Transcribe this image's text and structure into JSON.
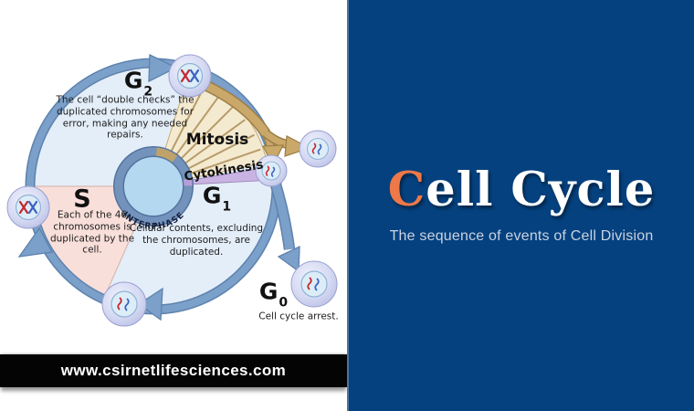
{
  "diagram": {
    "g2": {
      "letter": "G",
      "sub": "2",
      "note": "The cell “double checks” the duplicated chromosomes for error, making any needed repairs."
    },
    "s": {
      "letter": "S",
      "note": "Each of the 46 chromosomes is duplicated by the cell."
    },
    "g1": {
      "letter": "G",
      "sub": "1",
      "note": "Cellular contents, excluding the chromosomes, are duplicated."
    },
    "g0": {
      "letter": "G",
      "sub": "0",
      "note": "Cell cycle arrest."
    },
    "mitosis_label": "Mitosis",
    "cytokinesis_label": "Cytokinesis",
    "interphase_label": "INTERPHASE",
    "icons": {
      "cell_duplicated_chromosomes": "cell with two X-shaped chromosomes",
      "cell_chromatin": "cell with uncondensed chromatin squiggles"
    }
  },
  "footer": {
    "url": "www.csirnetlifesciences.com"
  },
  "right_panel": {
    "title_first_letter": "C",
    "title_rest": "ell Cycle",
    "subtitle": "The sequence of events of Cell Division"
  },
  "colors": {
    "navy_bg": "#05417f",
    "title_orange": "#ef7848",
    "title_white": "#ffffff",
    "cycle_arc_blue": "#7ba0c9",
    "interphase_fill": "#e4eef9",
    "s_sector_pink": "#f9dfda",
    "mitosis_fan_beige": "#f4ead0",
    "cytokinesis_lavender": "#c9b3e2",
    "mitosis_arrow_tan": "#c9a86a",
    "footer_bg": "#040404"
  }
}
